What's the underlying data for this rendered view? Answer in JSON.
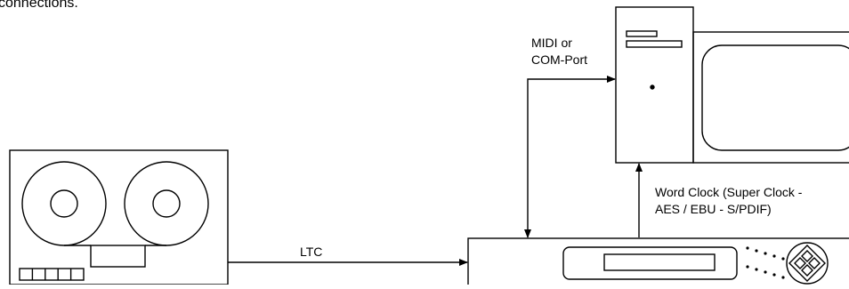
{
  "intro_text": "connections.",
  "labels": {
    "midi_line1": "MIDI or",
    "midi_line2": "COM-Port",
    "wordclock_line1": "Word Clock (Super Clock -",
    "wordclock_line2": "AES / EBU - S/PDIF)",
    "ltc": "LTC"
  },
  "colors": {
    "line": "#000000",
    "background": "#ffffff"
  }
}
